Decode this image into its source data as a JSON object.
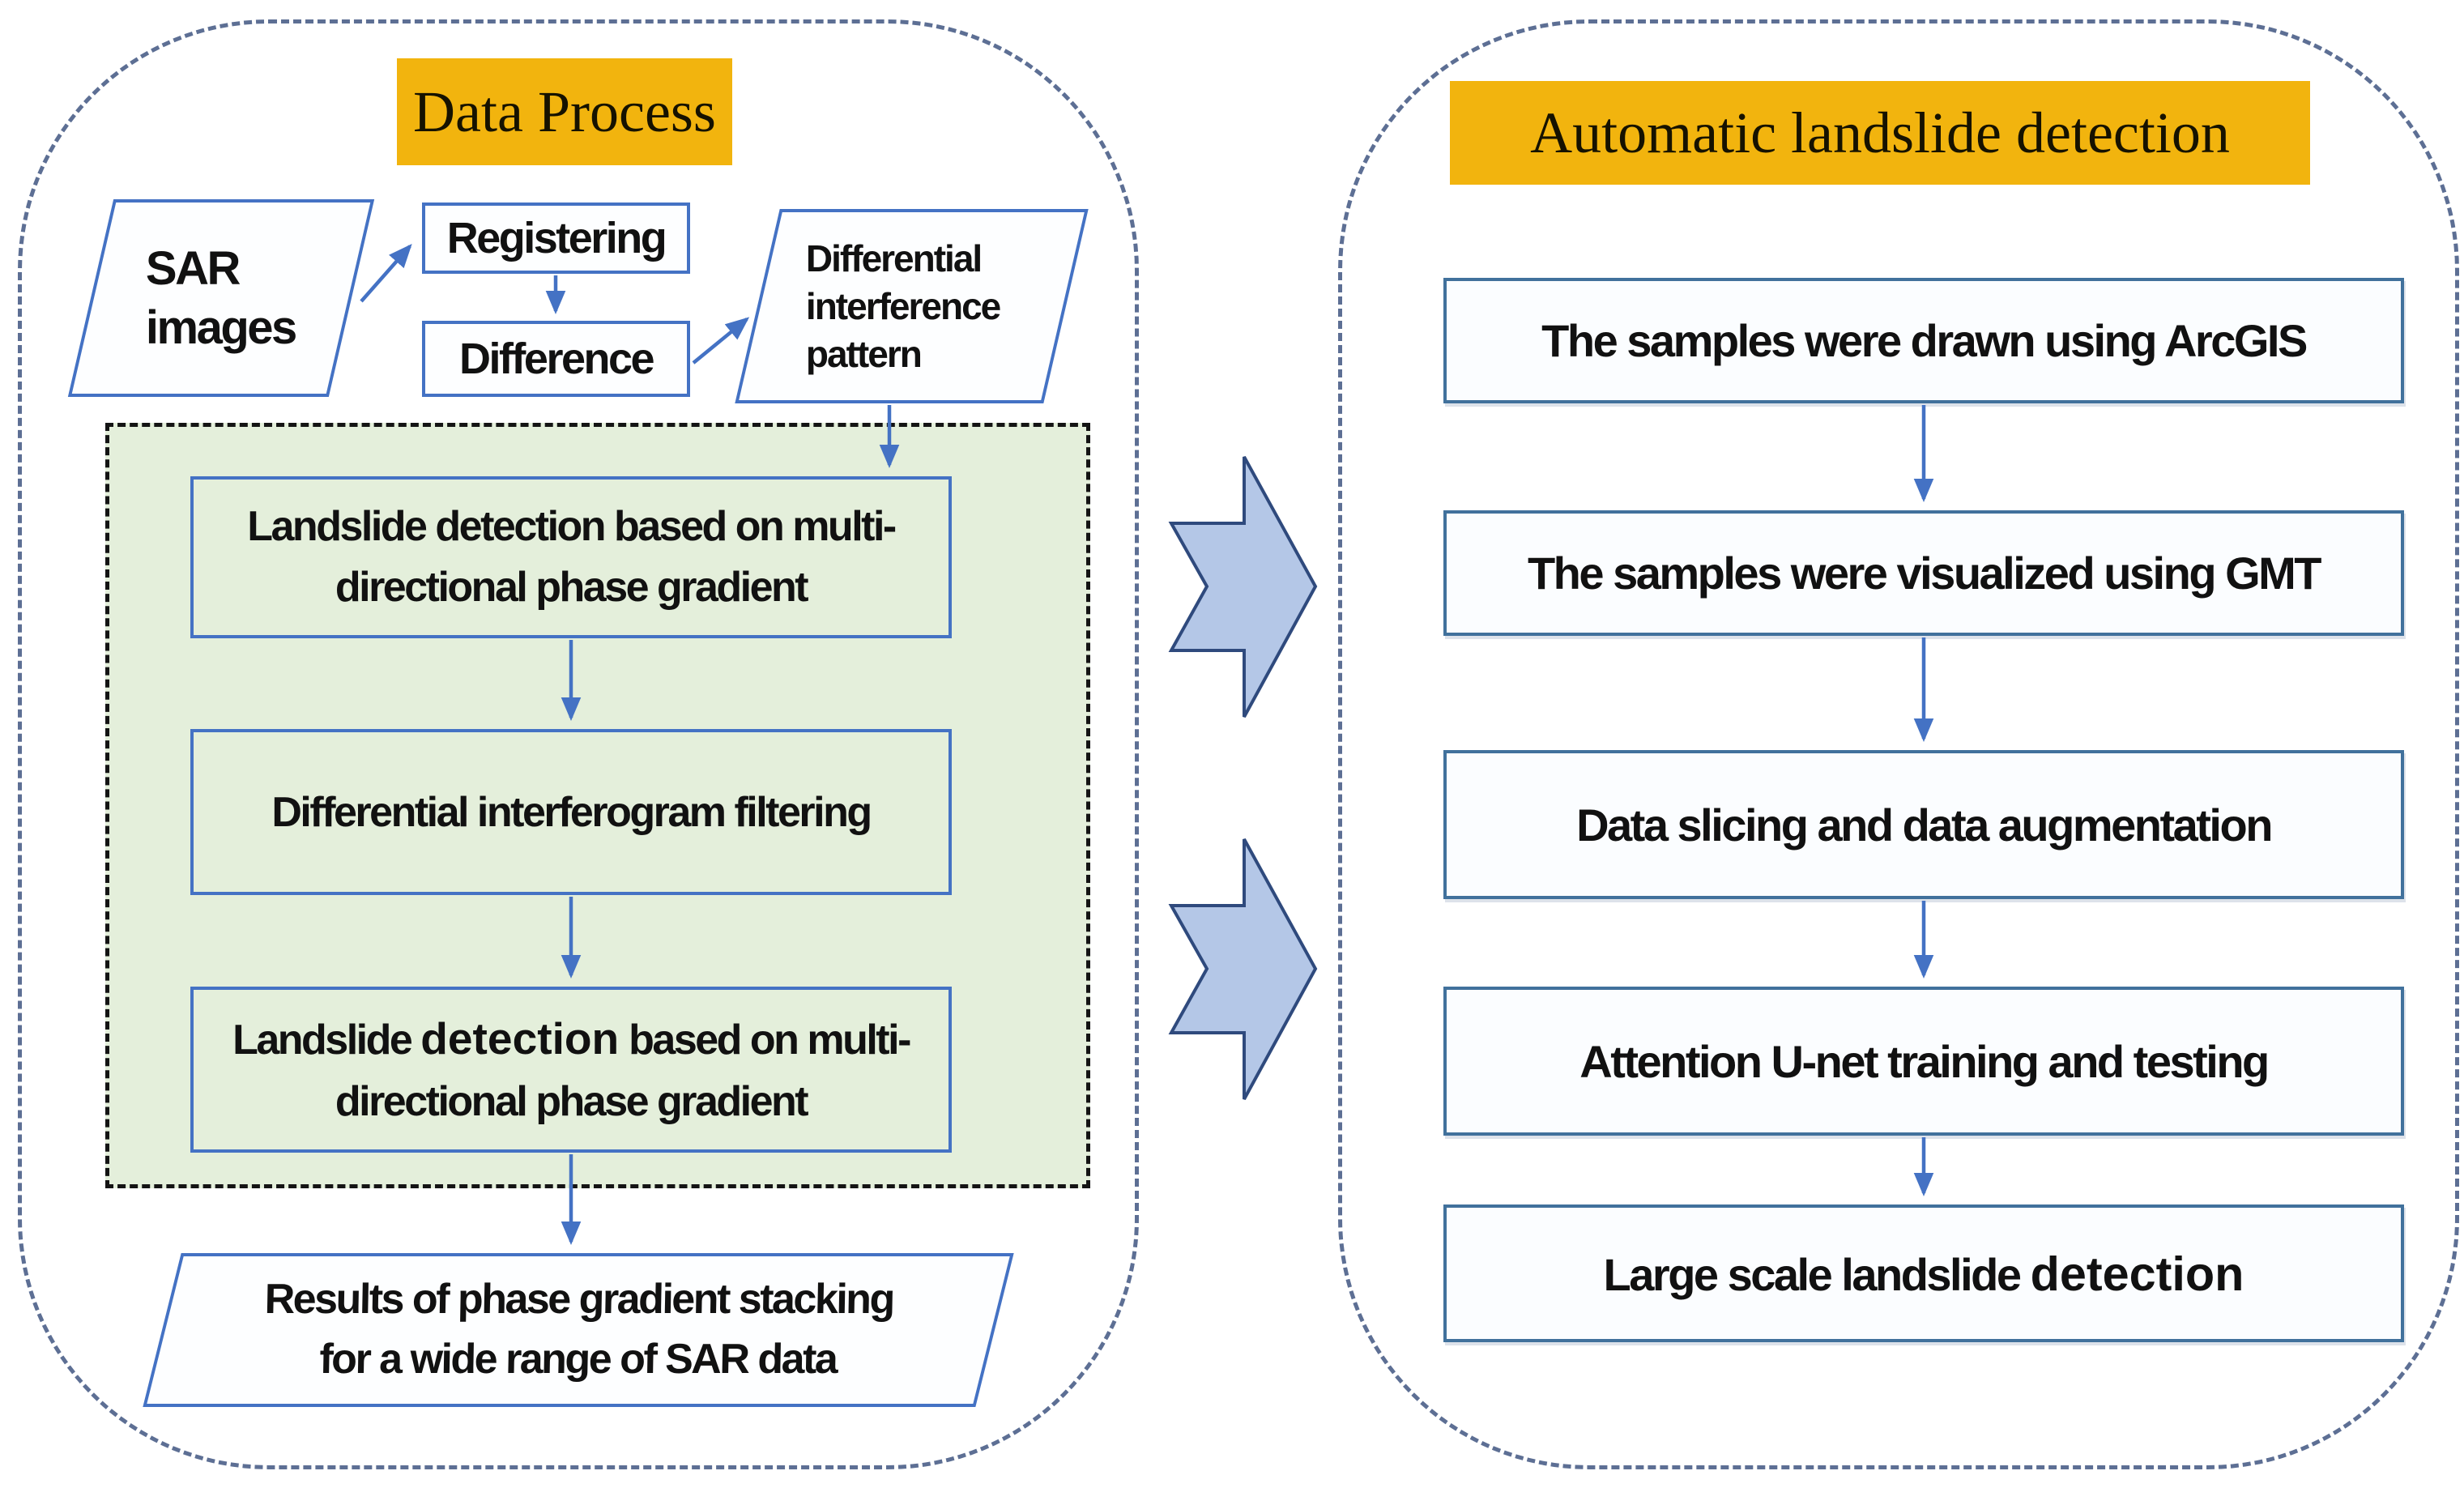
{
  "diagram": {
    "left": {
      "header": "Data Process",
      "sar": {
        "line1": "SAR",
        "line2": "images"
      },
      "registering": "Registering",
      "difference": "Difference",
      "diff_pattern": {
        "line1": "Differential",
        "line2": "interference",
        "line3": "pattern"
      },
      "green_steps": [
        {
          "line1": "Landslide detection based on multi-",
          "line2": "directional phase gradient"
        },
        {
          "line1": "Differential interferogram filtering"
        },
        {
          "line1_pre": "Landslide ",
          "line1_em": "detection",
          "line1_post": " based on multi-",
          "line2": "directional phase gradient"
        }
      ],
      "result": {
        "line1": "Results of phase gradient stacking",
        "line2": "for a wide range of SAR data"
      }
    },
    "right": {
      "header": "Automatic landslide detection",
      "steps": [
        "The samples were drawn using ArcGIS",
        "The samples were visualized using GMT",
        "Data slicing and data augmentation",
        "Attention U-net training and testing"
      ],
      "final_step": {
        "pre": "Large scale landslide ",
        "em": "detection"
      }
    },
    "colors": {
      "header_bg": "#F2B40E",
      "green_fill": "#E4EFDB",
      "box_border_blue": "#4472C4",
      "right_box_border": "#41719C",
      "connector": "#4472C4",
      "block_arrow_fill": "#B4C7E7",
      "block_arrow_border": "#2F4A7D",
      "panel_border": "#5D6F94",
      "container_border": "#141414",
      "text": "#111111"
    }
  }
}
